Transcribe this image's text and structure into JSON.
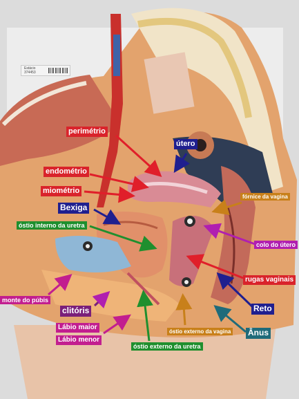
{
  "sticker": {
    "line1": "Estácio",
    "line2": "374453"
  },
  "labels": [
    {
      "id": "perimetrio",
      "text": "perimétrio",
      "bg": "#d9232b",
      "fg": "#ffffff"
    },
    {
      "id": "utero",
      "text": "útero",
      "bg": "#1f1f8f",
      "fg": "#ffffff"
    },
    {
      "id": "endometrio",
      "text": "endométrio",
      "bg": "#d9232b",
      "fg": "#ffffff"
    },
    {
      "id": "miometrio",
      "text": "miométrio",
      "bg": "#d9232b",
      "fg": "#ffffff"
    },
    {
      "id": "bexiga",
      "text": "Bexiga",
      "bg": "#1f1f8f",
      "fg": "#ffffff"
    },
    {
      "id": "fornice",
      "text": "fórnice da vagina",
      "bg": "#c8801a",
      "fg": "#ffffff"
    },
    {
      "id": "ostio-interno",
      "text": "óstio interno da uretra",
      "bg": "#1f8f2e",
      "fg": "#ffffff"
    },
    {
      "id": "colo",
      "text": "colo do útero",
      "bg": "#b01fb0",
      "fg": "#ffffff"
    },
    {
      "id": "rugas",
      "text": "rugas vaginais",
      "bg": "#d9232b",
      "fg": "#ffffff"
    },
    {
      "id": "monte",
      "text": "monte do púbis",
      "bg": "#c21e8f",
      "fg": "#ffffff"
    },
    {
      "id": "reto",
      "text": "Reto",
      "bg": "#1f1f8f",
      "fg": "#ffffff"
    },
    {
      "id": "clitoris",
      "text": "clitóris",
      "bg": "#7a1f7a",
      "fg": "#ffffff"
    },
    {
      "id": "labio-maior",
      "text": "Lábio maior",
      "bg": "#c21e8f",
      "fg": "#ffffff"
    },
    {
      "id": "ostio-externo-vagina",
      "text": "óstio externo da vagina",
      "bg": "#c8801a",
      "fg": "#ffffff"
    },
    {
      "id": "anus",
      "text": "Ânus",
      "bg": "#1f6b7a",
      "fg": "#ffffff"
    },
    {
      "id": "labio-menor",
      "text": "Lábio menor",
      "bg": "#c21e8f",
      "fg": "#ffffff"
    },
    {
      "id": "ostio-externo-uretra",
      "text": "óstio externo da uretra",
      "bg": "#1f8f2e",
      "fg": "#ffffff"
    }
  ]
}
